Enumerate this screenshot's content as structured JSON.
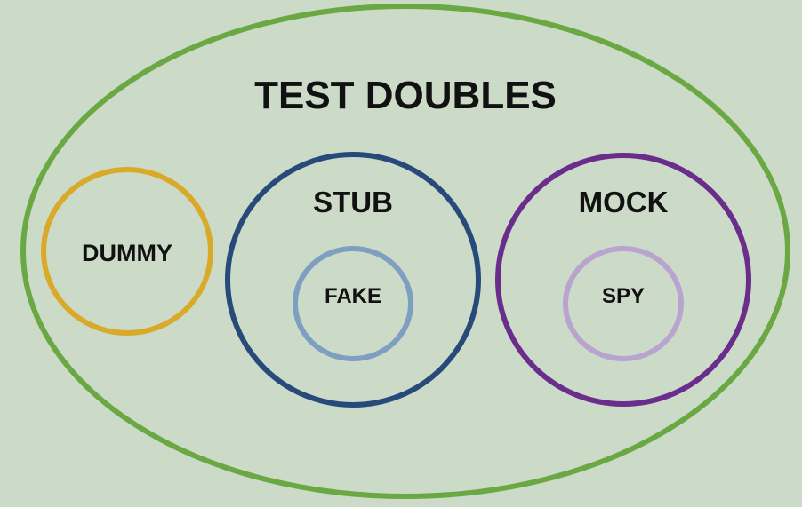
{
  "diagram": {
    "title": "TEST DOUBLES",
    "dummy": "DUMMY",
    "stub": "STUB",
    "fake": "FAKE",
    "mock": "MOCK",
    "spy": "SPY"
  },
  "colors": {
    "background": "#ccdac8",
    "outer_ellipse": "#6aa844",
    "dummy_circle": "#d9a92a",
    "stub_circle": "#274a7a",
    "fake_circle": "#7f9fc0",
    "mock_circle": "#6b2d8c",
    "spy_circle": "#b9a4d0"
  }
}
